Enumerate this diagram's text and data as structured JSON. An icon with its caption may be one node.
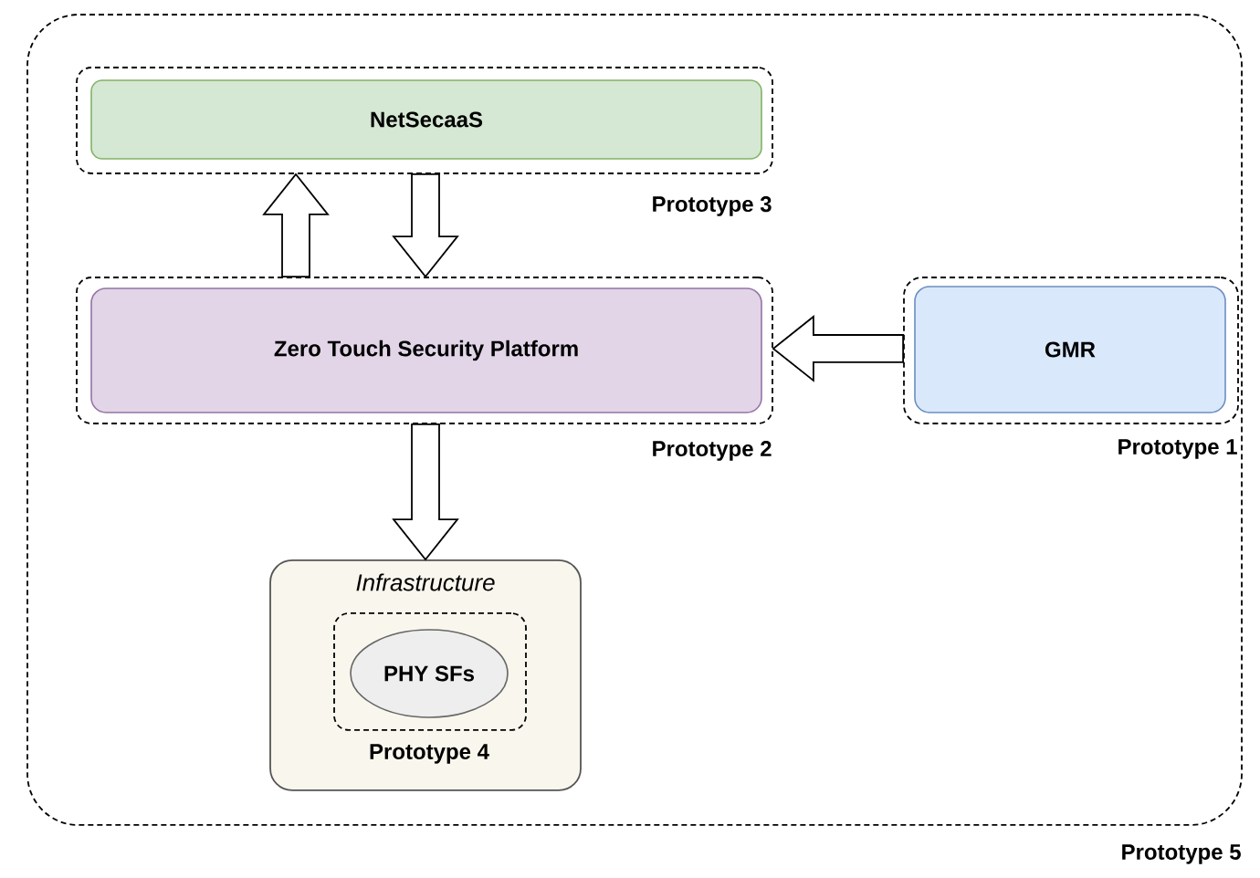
{
  "diagram": {
    "nodes": [
      {
        "text": [
          "Prototype 5"
        ]
      },
      {
        "text": [
          "Prototype 3"
        ],
        "in": 0
      },
      {
        "text": [
          "NetSecaaS"
        ],
        "in": 1
      },
      {
        "text": [
          "Prototype 2"
        ],
        "in": 0
      },
      {
        "text": [
          "Zero Touch Security Platform"
        ],
        "in": 3
      },
      {
        "text": [
          "Prototype 1"
        ],
        "in": 0
      },
      {
        "text": [
          "GMR"
        ],
        "in": 5
      },
      {
        "text": [
          "Infrastructure"
        ],
        "in": 0
      },
      {
        "text": [
          "Prototype 4"
        ],
        "in": 7
      },
      {
        "text": [
          "PHY SFs"
        ],
        "in": 8
      }
    ],
    "edges": [
      {
        "from": 3,
        "to": 1,
        "arrow": "to"
      },
      {
        "from": 1,
        "to": 3,
        "arrow": "to"
      },
      {
        "from": 5,
        "to": 3,
        "arrow": "to"
      },
      {
        "from": 3,
        "to": 7,
        "arrow": "to"
      }
    ]
  }
}
